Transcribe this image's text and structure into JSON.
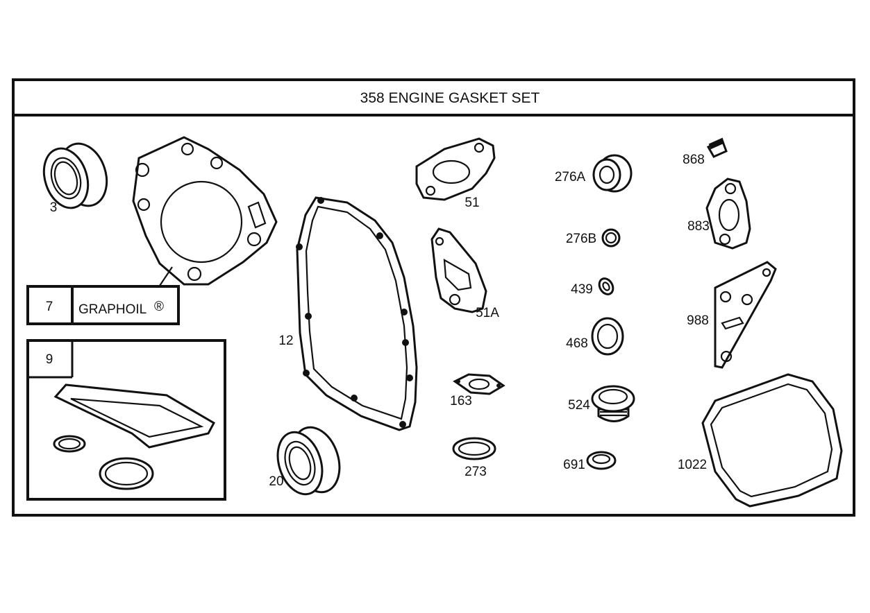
{
  "title": "358 ENGINE GASKET SET",
  "callouts": {
    "p3": "3",
    "p7": "7",
    "graphoil": "GRAPHOIL",
    "registered": "®",
    "p9": "9",
    "p12": "12",
    "p20": "20",
    "p51": "51",
    "p51a": "51A",
    "p163": "163",
    "p273": "273",
    "p276a": "276A",
    "p276b": "276B",
    "p439": "439",
    "p468": "468",
    "p524": "524",
    "p691": "691",
    "p868": "868",
    "p883": "883",
    "p988": "988",
    "p1022": "1022"
  }
}
